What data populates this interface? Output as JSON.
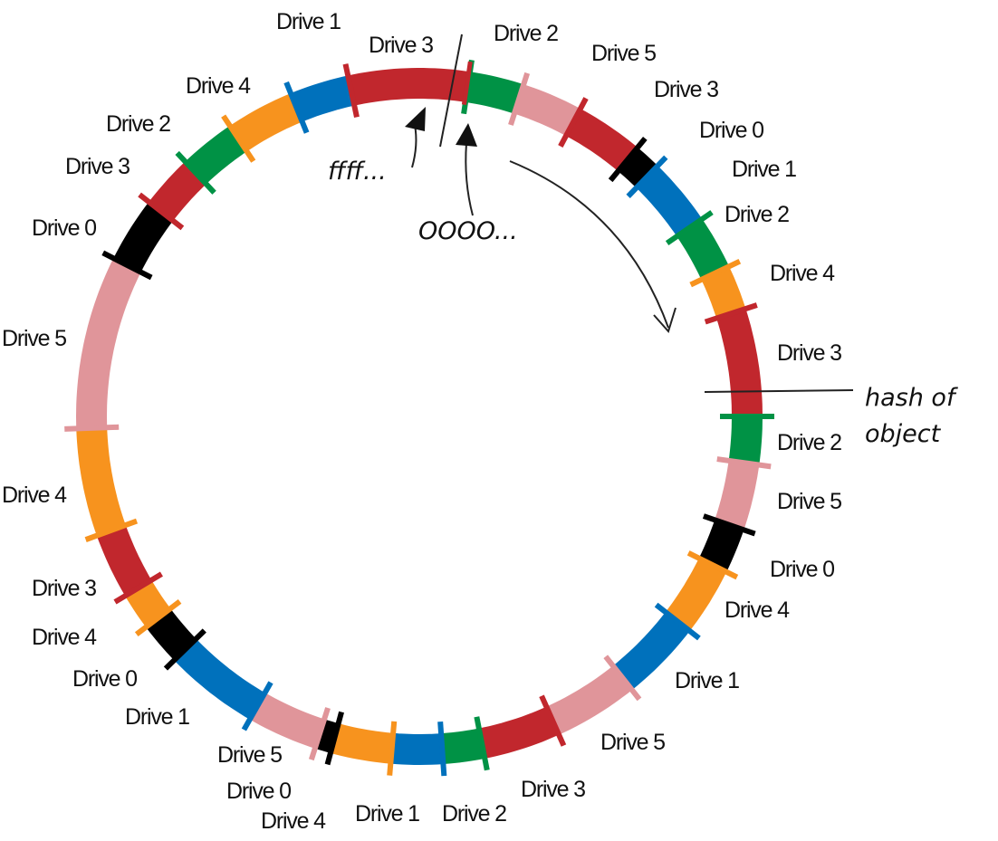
{
  "colors": {
    "Drive 0": "#000000",
    "Drive 1": "#0071bc",
    "Drive 2": "#009245",
    "Drive 3": "#c1272d",
    "Drive 4": "#f7931e",
    "Drive 5": "#e0959a"
  },
  "ring_segments_clockwise_from_top": [
    "Drive 3",
    "Drive 2",
    "Drive 5",
    "Drive 3",
    "Drive 0",
    "Drive 1",
    "Drive 2",
    "Drive 4",
    "Drive 3",
    "Drive 2",
    "Drive 5",
    "Drive 0",
    "Drive 4",
    "Drive 1",
    "Drive 5",
    "Drive 3",
    "Drive 2",
    "Drive 1",
    "Drive 4",
    "Drive 0",
    "Drive 5",
    "Drive 1",
    "Drive 0",
    "Drive 4",
    "Drive 3",
    "Drive 4",
    "Drive 5",
    "Drive 0",
    "Drive 3",
    "Drive 2",
    "Drive 4",
    "Drive 1"
  ],
  "labels": [
    "Drive 1",
    "Drive 3",
    "Drive 2",
    "Drive 5",
    "Drive 4",
    "Drive 3",
    "Drive 2",
    "Drive 0",
    "Drive 3",
    "Drive 1",
    "Drive 2",
    "Drive 0",
    "Drive 4",
    "Drive 5",
    "Drive 3",
    "Drive 2",
    "Drive 4",
    "Drive 5",
    "Drive 0",
    "Drive 3",
    "Drive 4",
    "Drive 4",
    "Drive 0",
    "Drive 1",
    "Drive 1",
    "Drive 5",
    "Drive 5",
    "Drive 3",
    "Drive 0",
    "Drive 1",
    "Drive 2",
    "Drive 4"
  ],
  "annotations": {
    "ring_end": "ffff...",
    "ring_start": "OOOO...",
    "hash_line1": "hash of",
    "hash_line2": "object"
  }
}
